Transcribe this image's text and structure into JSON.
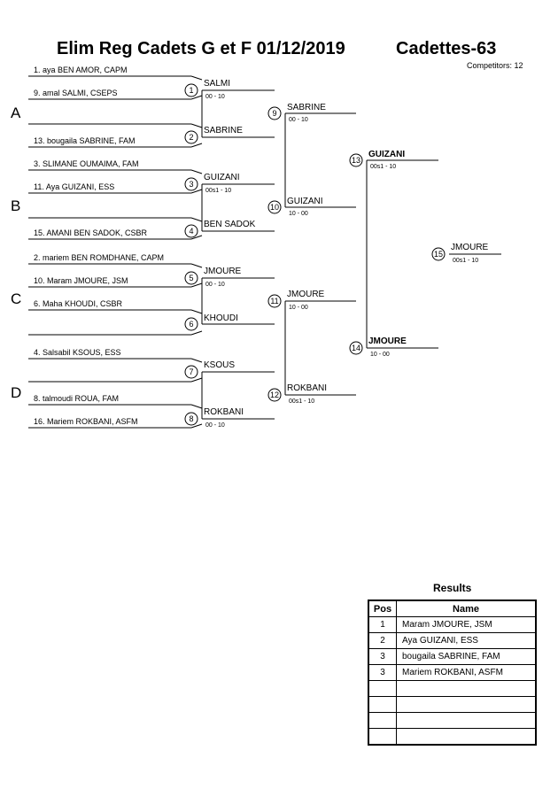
{
  "header": {
    "title": "Elim Reg Cadets G et F  01/12/2019",
    "category": "Cadettes-63",
    "competitors": "Competitors: 12"
  },
  "pools": [
    "A",
    "B",
    "C",
    "D"
  ],
  "entries": [
    "1. aya BEN AMOR, CAPM",
    "9. amal SALMI, CSEPS",
    "13. bougaila SABRINE, FAM",
    "3. SLIMANE OUMAIMA, FAM",
    "11. Aya GUIZANI, ESS",
    "15. AMANI BEN SADOK, CSBR",
    "2. mariem BEN ROMDHANE, CAPM",
    "10. Maram JMOURE, JSM",
    "6. Maha KHOUDI, CSBR",
    "4. Salsabil KSOUS, ESS",
    "8. talmoudi ROUA, FAM",
    "16. Mariem ROKBANI, ASFM"
  ],
  "matches": [
    {
      "num": "1",
      "winner": "SALMI",
      "score": "00 - 10"
    },
    {
      "num": "2",
      "winner": "SABRINE",
      "score": ""
    },
    {
      "num": "3",
      "winner": "GUIZANI",
      "score": "00s1 - 10"
    },
    {
      "num": "4",
      "winner": "BEN SADOK",
      "score": ""
    },
    {
      "num": "5",
      "winner": "JMOURE",
      "score": "00 - 10"
    },
    {
      "num": "6",
      "winner": "KHOUDI",
      "score": ""
    },
    {
      "num": "7",
      "winner": "KSOUS",
      "score": ""
    },
    {
      "num": "8",
      "winner": "ROKBANI",
      "score": "00 - 10"
    },
    {
      "num": "9",
      "winner": "SABRINE",
      "score": "00 - 10"
    },
    {
      "num": "10",
      "winner": "GUIZANI",
      "score": "10 - 00"
    },
    {
      "num": "11",
      "winner": "JMOURE",
      "score": "10 - 00"
    },
    {
      "num": "12",
      "winner": "ROKBANI",
      "score": "00s1 - 10"
    },
    {
      "num": "13",
      "winner": "GUIZANI",
      "score": "00s1 - 10"
    },
    {
      "num": "14",
      "winner": "JMOURE",
      "score": "10 - 00"
    },
    {
      "num": "15",
      "winner": "JMOURE",
      "score": "00s1 - 10"
    }
  ],
  "results": {
    "title": "Results",
    "headers": {
      "pos": "Pos",
      "name": "Name"
    },
    "rows": [
      {
        "pos": "1",
        "name": "Maram JMOURE, JSM"
      },
      {
        "pos": "2",
        "name": "Aya GUIZANI, ESS"
      },
      {
        "pos": "3",
        "name": "bougaila SABRINE, FAM"
      },
      {
        "pos": "3",
        "name": "Mariem ROKBANI, ASFM"
      },
      {
        "pos": "",
        "name": ""
      },
      {
        "pos": "",
        "name": ""
      },
      {
        "pos": "",
        "name": ""
      },
      {
        "pos": "",
        "name": ""
      }
    ]
  }
}
